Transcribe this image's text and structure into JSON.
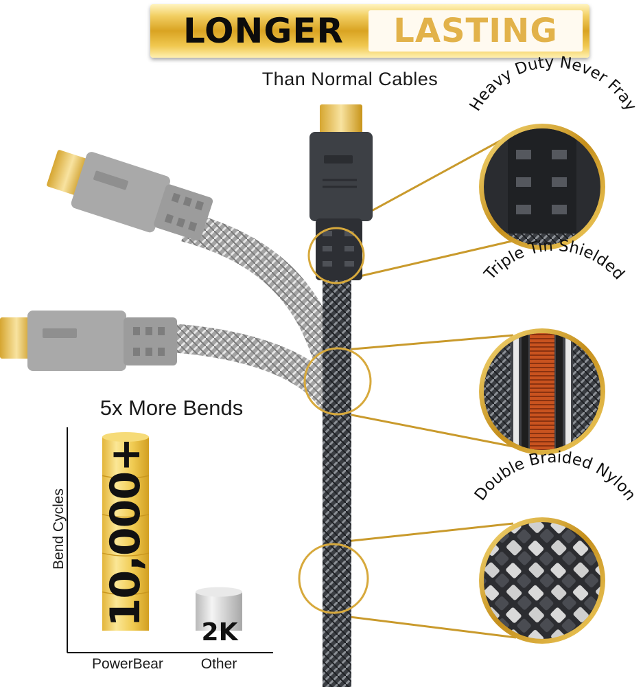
{
  "banner": {
    "title_left": "LONGER",
    "title_right": "LASTING"
  },
  "subtitle": "Than Normal Cables",
  "features": [
    {
      "label": "Heavy Duty Never Fray"
    },
    {
      "label": "Triple Tin Shielded"
    },
    {
      "label": "Double Braided Nylon"
    }
  ],
  "chart_data": {
    "type": "bar",
    "title": "5x More Bends",
    "ylabel": "Bend Cycles",
    "xlabel": "",
    "categories": [
      "PowerBear",
      "Other"
    ],
    "values": [
      10000,
      2000
    ],
    "value_labels": [
      "10,000+",
      "2K"
    ],
    "ylim": [
      0,
      10000
    ]
  },
  "colors": {
    "gold": "#e0b03a",
    "gold_light": "#fbe89a",
    "silver": "#c8c8c8",
    "cable_dark": "#3a3d42",
    "cable_gray": "#a6a6a6"
  }
}
